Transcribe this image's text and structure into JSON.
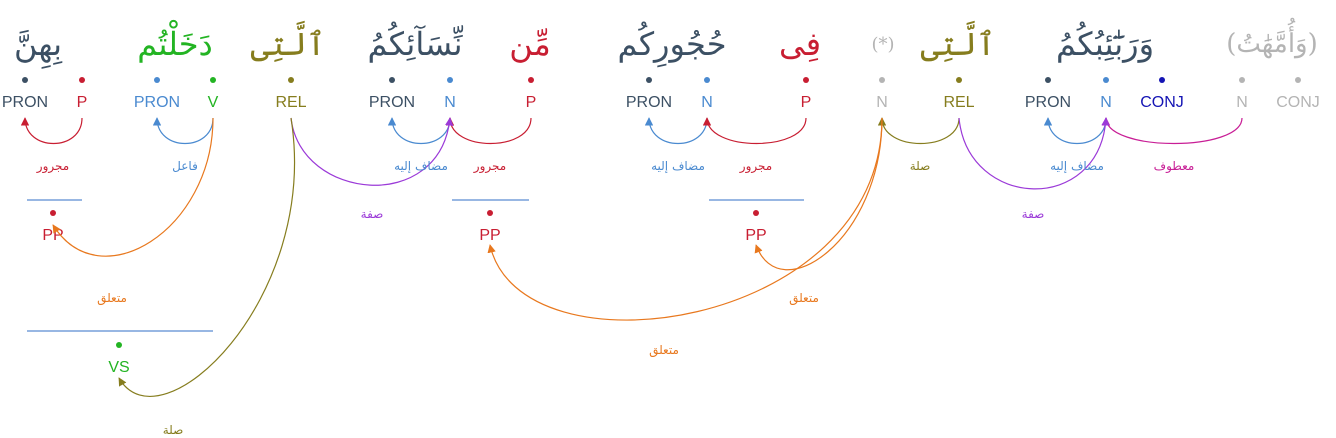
{
  "colors": {
    "dark": "#3c5064",
    "red": "#c81e32",
    "blue": "#4a8ad0",
    "green": "#23b423",
    "olive": "#867d1e",
    "grey": "#b4b4b4",
    "navy": "#1414b4",
    "purple": "#9b3ad8",
    "orange": "#e8781e",
    "magenta": "#c81e96",
    "sepblue": "#5a8cd2"
  },
  "words": [
    {
      "text": "بِهِنَّ",
      "color": "dark"
    },
    {
      "text": "دَخَلْتُم",
      "color": "green"
    },
    {
      "text": "ٱلَّتِى",
      "color": "olive"
    },
    {
      "text": "نِّسَآئِكُمُ",
      "color": "dark"
    },
    {
      "text": "مِّن",
      "color": "red"
    },
    {
      "text": "حُجُورِكُم",
      "color": "dark"
    },
    {
      "text": "فِى",
      "color": "red"
    },
    {
      "text": "(*)",
      "color": "grey"
    },
    {
      "text": "ٱلَّتِى",
      "color": "olive"
    },
    {
      "text": "وَرَبَٰٓئِبُكُمُ",
      "color": "dark"
    },
    {
      "text": "(وَأُمَّهَٰتُ)",
      "color": "grey"
    }
  ],
  "tags": [
    {
      "text": "PRON",
      "color": "dark"
    },
    {
      "text": "P",
      "color": "red"
    },
    {
      "text": "PRON",
      "color": "blue"
    },
    {
      "text": "V",
      "color": "green"
    },
    {
      "text": "REL",
      "color": "olive"
    },
    {
      "text": "PRON",
      "color": "dark"
    },
    {
      "text": "N",
      "color": "blue"
    },
    {
      "text": "P",
      "color": "red"
    },
    {
      "text": "PRON",
      "color": "dark"
    },
    {
      "text": "N",
      "color": "blue"
    },
    {
      "text": "P",
      "color": "red"
    },
    {
      "text": "N",
      "color": "grey"
    },
    {
      "text": "REL",
      "color": "olive"
    },
    {
      "text": "PRON",
      "color": "dark"
    },
    {
      "text": "N",
      "color": "blue"
    },
    {
      "text": "CONJ",
      "color": "navy"
    },
    {
      "text": "N",
      "color": "grey"
    },
    {
      "text": "CONJ",
      "color": "grey"
    }
  ],
  "phrase_nodes": [
    {
      "text": "PP",
      "color": "red"
    },
    {
      "text": "PP",
      "color": "red"
    },
    {
      "text": "PP",
      "color": "red"
    },
    {
      "text": "VS",
      "color": "green"
    }
  ],
  "relations": [
    {
      "text": "مجرور",
      "color": "red"
    },
    {
      "text": "فاعل",
      "color": "blue"
    },
    {
      "text": "مضاف إليه",
      "color": "blue"
    },
    {
      "text": "مجرور",
      "color": "red"
    },
    {
      "text": "مضاف إليه",
      "color": "blue"
    },
    {
      "text": "مجرور",
      "color": "red"
    },
    {
      "text": "صلة",
      "color": "olive"
    },
    {
      "text": "مضاف إليه",
      "color": "blue"
    },
    {
      "text": "معطوف",
      "color": "magenta"
    },
    {
      "text": "صفة",
      "color": "purple"
    },
    {
      "text": "صفة",
      "color": "purple"
    },
    {
      "text": "متعلق",
      "color": "orange"
    },
    {
      "text": "متعلق",
      "color": "orange"
    },
    {
      "text": "متعلق",
      "color": "orange"
    },
    {
      "text": "صلة",
      "color": "olive"
    }
  ]
}
